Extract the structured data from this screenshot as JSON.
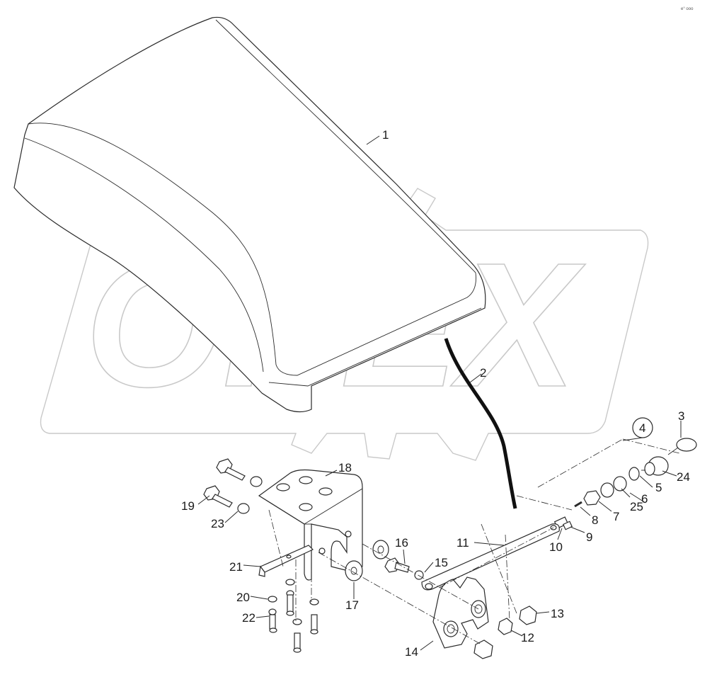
{
  "diagram": {
    "watermark": "OPEX",
    "corner_mark": "e° ooo",
    "callouts": [
      {
        "id": "c1",
        "text": "1"
      },
      {
        "id": "c2",
        "text": "2"
      },
      {
        "id": "c3",
        "text": "3"
      },
      {
        "id": "c4",
        "text": "4"
      },
      {
        "id": "c5",
        "text": "5"
      },
      {
        "id": "c6",
        "text": "6"
      },
      {
        "id": "c7",
        "text": "7"
      },
      {
        "id": "c8",
        "text": "8"
      },
      {
        "id": "c9",
        "text": "9"
      },
      {
        "id": "c10",
        "text": "10"
      },
      {
        "id": "c11",
        "text": "11"
      },
      {
        "id": "c12",
        "text": "12"
      },
      {
        "id": "c13",
        "text": "13"
      },
      {
        "id": "c14",
        "text": "14"
      },
      {
        "id": "c15",
        "text": "15"
      },
      {
        "id": "c16",
        "text": "16"
      },
      {
        "id": "c17",
        "text": "17"
      },
      {
        "id": "c18",
        "text": "18"
      },
      {
        "id": "c19",
        "text": "19"
      },
      {
        "id": "c20",
        "text": "20"
      },
      {
        "id": "c21",
        "text": "21"
      },
      {
        "id": "c22",
        "text": "22"
      },
      {
        "id": "c23",
        "text": "23"
      },
      {
        "id": "c24",
        "text": "24"
      },
      {
        "id": "c25",
        "text": "25"
      }
    ]
  }
}
